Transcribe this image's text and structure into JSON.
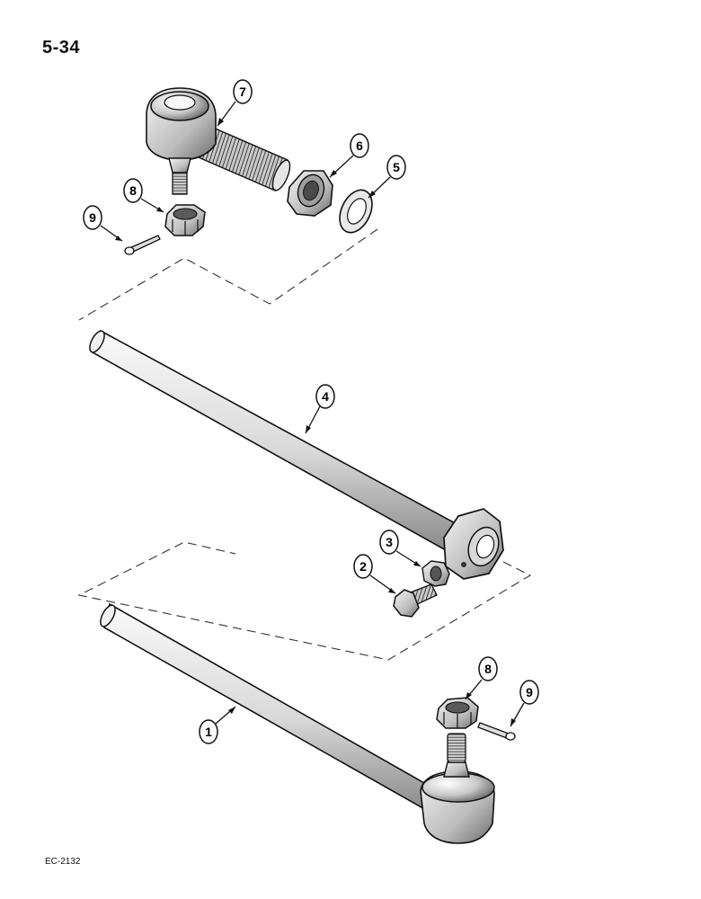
{
  "page": {
    "number": "5-34",
    "footer_code": "EC-2132"
  },
  "callouts": [
    {
      "id": "callout-7",
      "label": "7"
    },
    {
      "id": "callout-6",
      "label": "6"
    },
    {
      "id": "callout-5",
      "label": "5"
    },
    {
      "id": "callout-8-top",
      "label": "8"
    },
    {
      "id": "callout-9-top",
      "label": "9"
    },
    {
      "id": "callout-4",
      "label": "4"
    },
    {
      "id": "callout-3",
      "label": "3"
    },
    {
      "id": "callout-2",
      "label": "2"
    },
    {
      "id": "callout-8-bottom",
      "label": "8"
    },
    {
      "id": "callout-9-bottom",
      "label": "9"
    },
    {
      "id": "callout-1",
      "label": "1"
    }
  ]
}
